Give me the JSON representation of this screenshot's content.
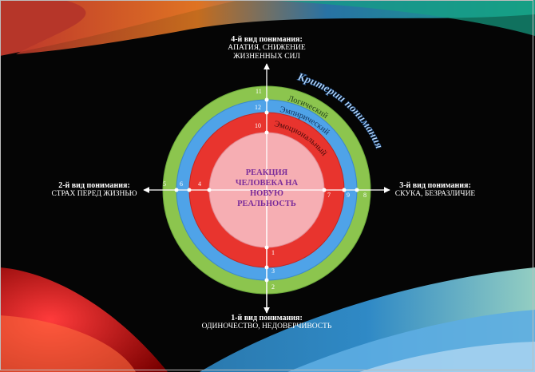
{
  "center": {
    "text": [
      "РЕАКЦИЯ",
      "ЧЕЛОВЕКА НА",
      "НОВУЮ",
      "РЕАЛЬНОСТЬ"
    ]
  },
  "rings": {
    "outer": {
      "label": "Логический",
      "color": "#8cc54e"
    },
    "middle": {
      "label": "Эмпирический",
      "color": "#4fa3e8"
    },
    "inner": {
      "label": "Эмоциональный",
      "color": "#e8342e"
    },
    "core": {
      "color": "#f6aeb3"
    }
  },
  "criteria_title": "Критерии понимания",
  "numbers": [
    "1",
    "2",
    "3",
    "4",
    "5",
    "6",
    "7",
    "8",
    "9",
    "10",
    "11",
    "12"
  ],
  "quadrants": {
    "top": {
      "title": "4-й вид понимания:",
      "line1": "АПАТИЯ, СНИЖЕНИЕ",
      "line2": "ЖИЗНЕННЫХ СИЛ"
    },
    "left": {
      "title": "2-й вид понимания:",
      "line1": "СТРАХ ПЕРЕД ЖИЗНЬЮ"
    },
    "right": {
      "title": "3-й вид понимания:",
      "line1": "СКУКА, БЕЗРАЗЛИЧИЕ"
    },
    "bottom": {
      "title": "1-й вид понимания:",
      "line1": "ОДИНОЧЕСТВО, НЕДОВЕРЧИВОСТЬ"
    }
  }
}
